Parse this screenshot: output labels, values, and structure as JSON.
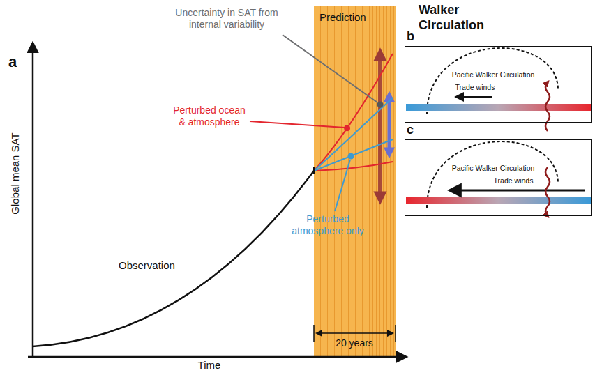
{
  "diagram": {
    "nodes": [
      {
        "text": [
          "Pacific Walker Circulation",
          "Trade winds"
        ]
      },
      {
        "text": [
          "Pacific Walker Circulation",
          "Trade winds"
        ]
      }
    ],
    "labels": [
      "a",
      "Global mean SAT",
      "Time",
      "Observation",
      "Prediction",
      "Uncertainty in SAT from internal variability",
      "Perturbed ocean & atmosphere",
      "Perturbed atmosphere only",
      "20 years",
      "Walker Circulation",
      "b",
      "c"
    ]
  }
}
